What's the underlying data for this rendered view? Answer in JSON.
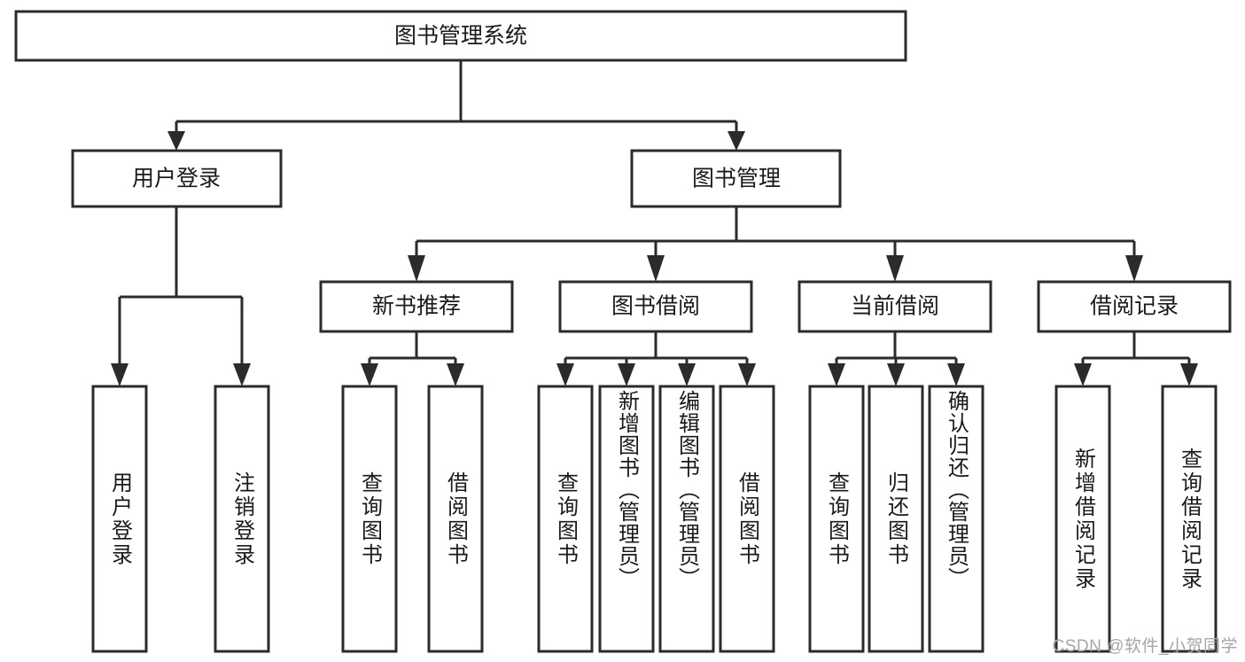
{
  "diagram": {
    "title_node": "图书管理系统",
    "watermark": "CSDN @软件_小贺同学",
    "nodes": {
      "root": "图书管理系统",
      "user_login": "用户登录",
      "book_manage": "图书管理",
      "new_book_rec": "新书推荐",
      "book_borrow": "图书借阅",
      "current_borrow": "当前借阅",
      "borrow_record": "借阅记录",
      "leaf_user_login": "用户登录",
      "leaf_logout": "注销登录",
      "leaf_query_book_1": "查询图书",
      "leaf_borrow_book_1": "借阅图书",
      "leaf_query_book_2": "查询图书",
      "leaf_add_book_admin": "新增图书（管理员）",
      "leaf_edit_book_admin": "编辑图书（管理员）",
      "leaf_borrow_book_2": "借阅图书",
      "leaf_query_book_3": "查询图书",
      "leaf_return_book": "归还图书",
      "leaf_confirm_return_admin": "确认归还（管理员）",
      "leaf_add_record": "新增借阅记录",
      "leaf_query_record": "查询借阅记录"
    },
    "colors": {
      "stroke": "#2b2b2b",
      "fill": "#ffffff",
      "text": "#1a1a1a",
      "watermark": "#a6a6a6"
    }
  }
}
